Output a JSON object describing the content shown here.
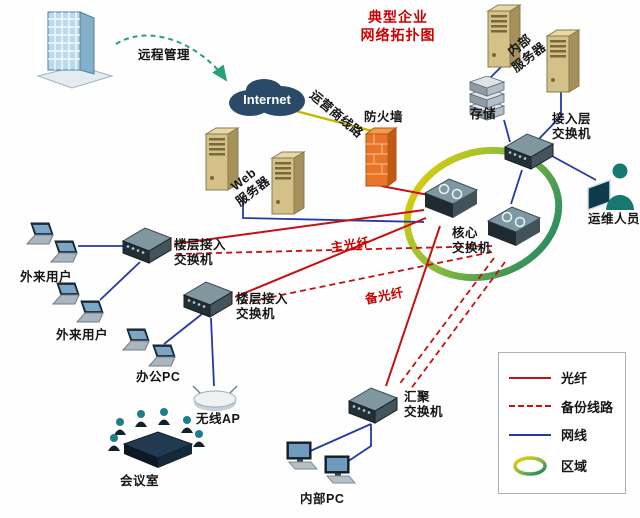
{
  "title": {
    "line1": "典型企业",
    "line2": "网络拓扑图"
  },
  "nodes": {
    "remote_management": {
      "label": "远程管理"
    },
    "internet": {
      "label": "Internet"
    },
    "carrier_line": {
      "label": "运营商线路"
    },
    "firewall": {
      "label": "防火墙"
    },
    "web_server": {
      "label": "Web\n服务器"
    },
    "internal_server": {
      "label": "内部\n服务器"
    },
    "storage": {
      "label": "存储"
    },
    "access_layer_switch": {
      "label": "接入层\n交换机"
    },
    "ops_staff": {
      "label": "运维人员"
    },
    "core_switch": {
      "label": "核心\n交换机"
    },
    "floor_switch_1": {
      "label": "楼层接入\n交换机"
    },
    "floor_switch_2": {
      "label": "楼层接入\n交换机"
    },
    "external_users_1": {
      "label": "外来用户"
    },
    "external_users_2": {
      "label": "外来用户"
    },
    "office_pc": {
      "label": "办公PC"
    },
    "wireless_ap": {
      "label": "无线AP"
    },
    "meeting_room": {
      "label": "会议室"
    },
    "aggregation_switch": {
      "label": "汇聚\n交换机"
    },
    "internal_pc": {
      "label": "内部PC"
    }
  },
  "links": {
    "main_fiber_label": "主光纤",
    "backup_fiber_label": "备光纤"
  },
  "legend": {
    "items": [
      {
        "label": "光纤",
        "style": "solid",
        "color": "#c41111"
      },
      {
        "label": "备份线路",
        "style": "dashed",
        "color": "#c41111"
      },
      {
        "label": "网线",
        "style": "solid",
        "color": "#2438a6"
      },
      {
        "label": "区域",
        "style": "gradient-ring"
      }
    ]
  },
  "colors": {
    "fiber": "#c41111",
    "backup_line": "#c41111",
    "ethernet": "#2438a6",
    "carrier_line": "#c9b400",
    "remote_link": "#27a07c",
    "title": "#cc0000"
  }
}
